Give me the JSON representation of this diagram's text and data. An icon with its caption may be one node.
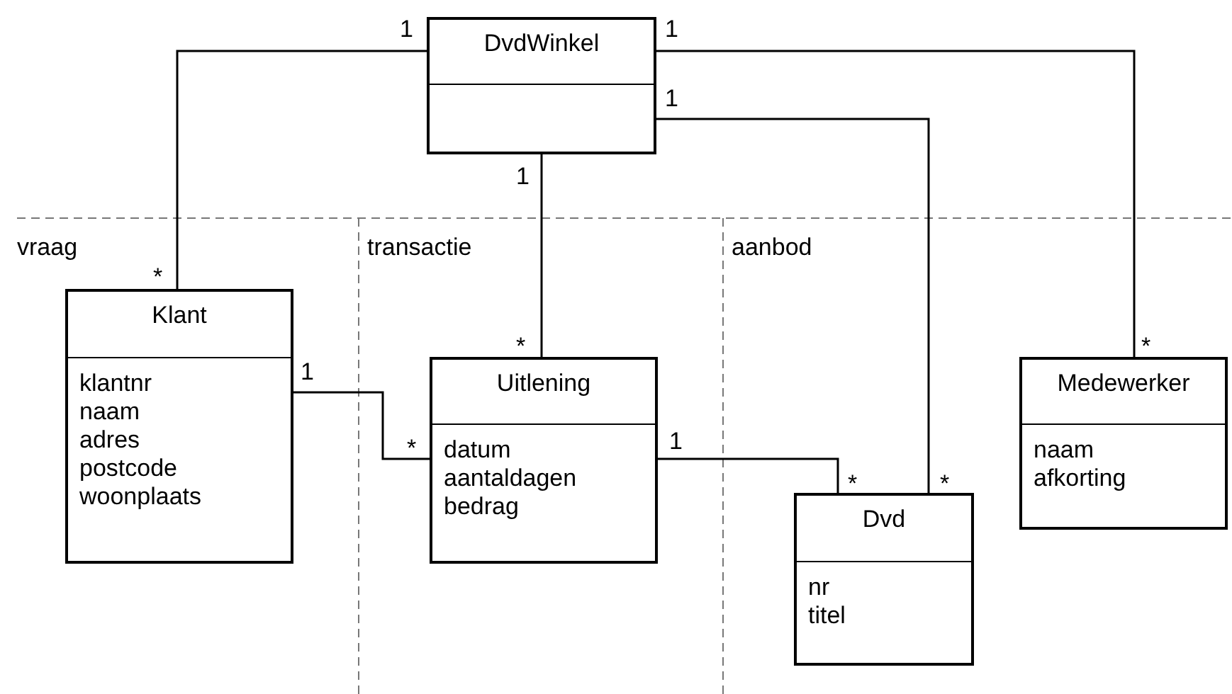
{
  "diagram": {
    "nodes": [
      {
        "text": [
          "DvdWinkel"
        ]
      },
      {
        "text": [
          "Klant",
          "klantnr",
          "naam",
          "adres",
          "postcode",
          "woonplaats"
        ]
      },
      {
        "text": [
          "Uitlening",
          "datum",
          "aantaldagen",
          "bedrag"
        ]
      },
      {
        "text": [
          "Dvd",
          "nr",
          "titel"
        ]
      },
      {
        "text": [
          "Medewerker",
          "naam",
          "afkorting"
        ]
      }
    ],
    "edges": [
      {
        "from": 0,
        "to": 1,
        "arrow": "none"
      },
      {
        "from": 0,
        "to": 2,
        "arrow": "none"
      },
      {
        "from": 0,
        "to": 3,
        "arrow": "none"
      },
      {
        "from": 0,
        "to": 4,
        "arrow": "none"
      },
      {
        "from": 1,
        "to": 2,
        "arrow": "none"
      },
      {
        "from": 2,
        "to": 3,
        "arrow": "none"
      }
    ],
    "labels": [
      "1",
      "1",
      "1",
      "1",
      "vraag",
      "transactie",
      "aanbod",
      "*",
      "*",
      "*",
      "1",
      "*",
      "1",
      "*",
      "*"
    ]
  }
}
